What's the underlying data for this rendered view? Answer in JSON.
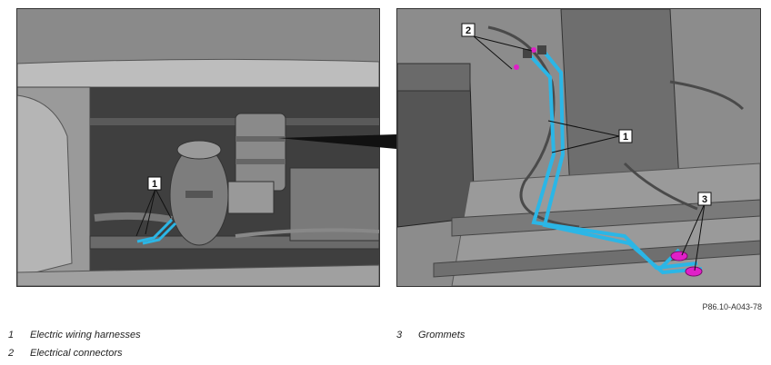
{
  "callouts": {
    "left_1": "1",
    "right_2": "2",
    "right_1": "1",
    "right_3": "3"
  },
  "drawing_code": "P86.10-A043-78",
  "legend": [
    {
      "num": "1",
      "text": "Electric wiring harnesses"
    },
    {
      "num": "2",
      "text": "Electrical connectors"
    },
    {
      "num": "3",
      "text": "Grommets"
    }
  ],
  "colors": {
    "harness": "#2bb6e6",
    "grommet": "#e020c8",
    "background_gray": "#8f8f8f"
  }
}
